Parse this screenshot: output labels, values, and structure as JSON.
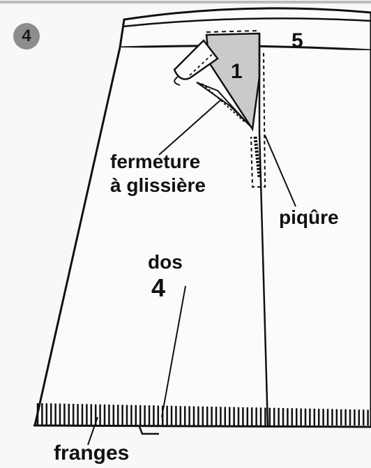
{
  "figure": {
    "step_number": "4",
    "piece_labels": {
      "zip_piece": "1",
      "waistband": "5"
    },
    "labels": {
      "zipper_line1": "fermeture",
      "zipper_line2": "à glissière",
      "stitching": "piqûre",
      "back_name": "dos",
      "back_number": "4",
      "fringe": "franges"
    }
  },
  "colors": {
    "paper": "#f8f8f6",
    "ink": "#111111",
    "shade": "#c9c9c9",
    "badge": "#8d8d8d"
  }
}
